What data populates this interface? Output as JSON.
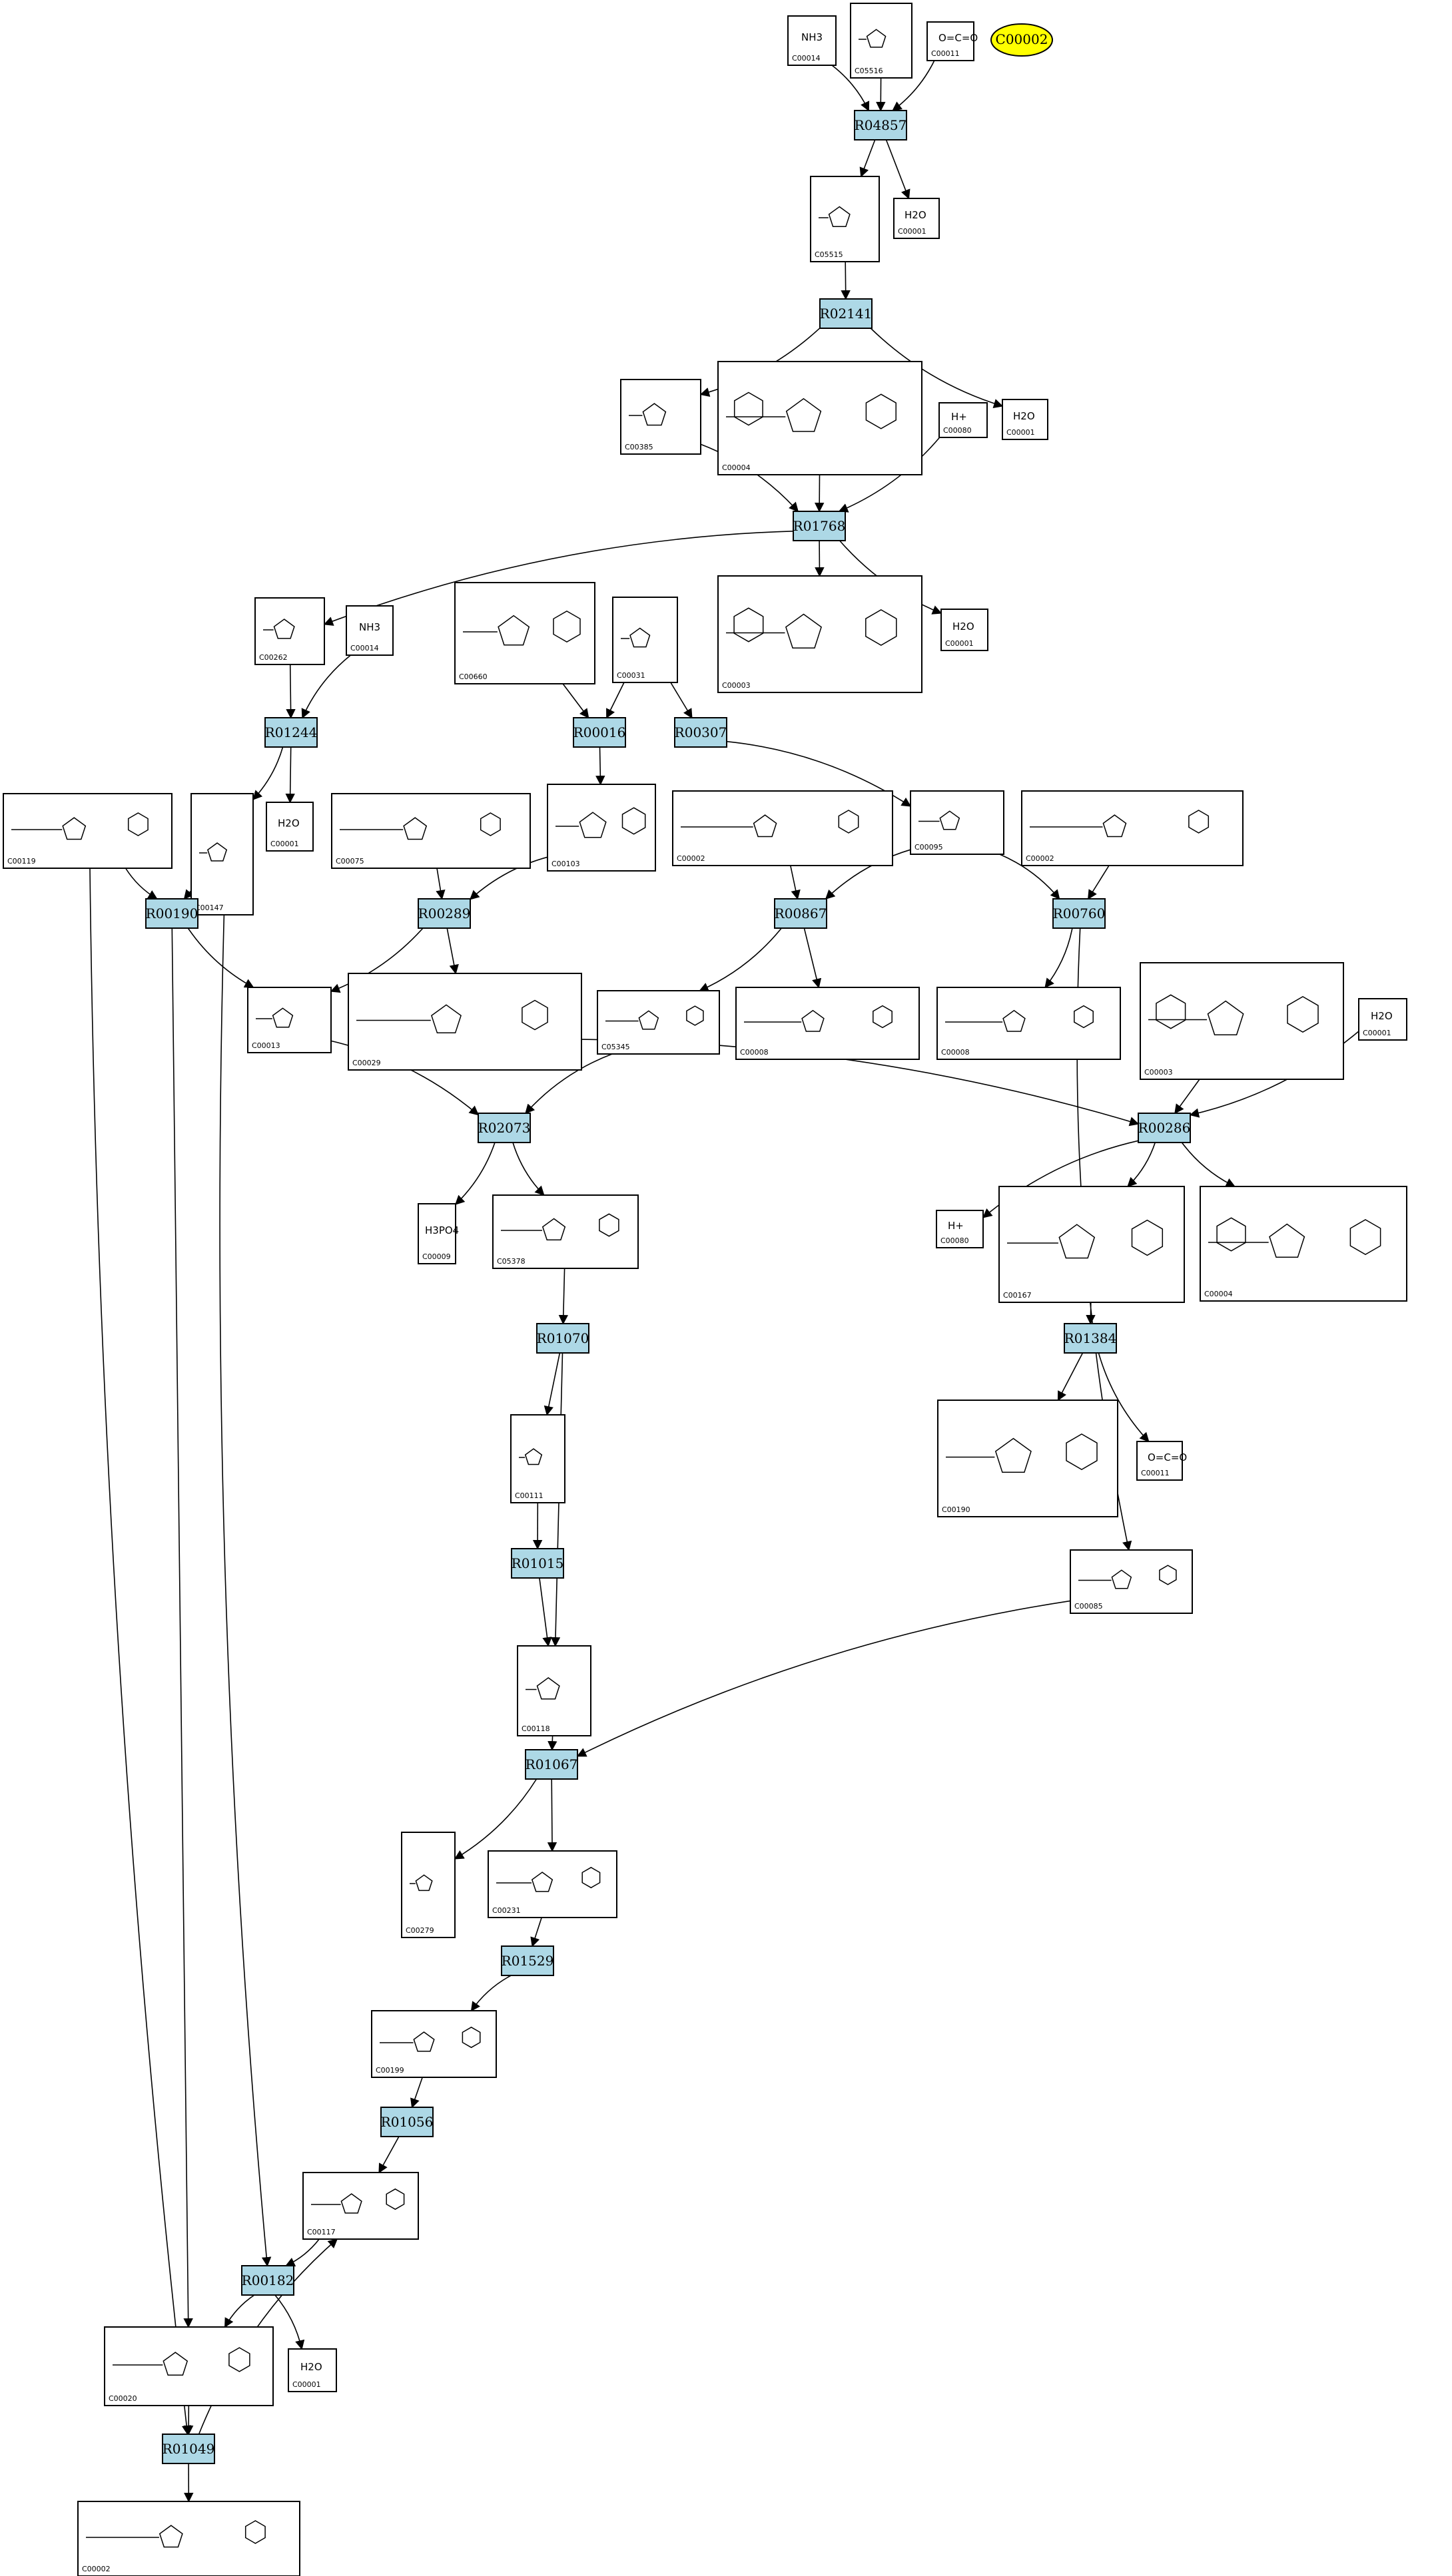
{
  "highlight": {
    "id": "C00002",
    "color": "#ffff00"
  },
  "colors": {
    "reaction_fill": "#add8e6",
    "background": "#ffffff"
  },
  "reactions": [
    {
      "id": "R04857",
      "label": "R04857"
    },
    {
      "id": "R02141",
      "label": "R02141"
    },
    {
      "id": "R01768",
      "label": "R01768"
    },
    {
      "id": "R01244",
      "label": "R01244"
    },
    {
      "id": "R00016",
      "label": "R00016"
    },
    {
      "id": "R00307",
      "label": "R00307"
    },
    {
      "id": "R00190",
      "label": "R00190"
    },
    {
      "id": "R00289",
      "label": "R00289"
    },
    {
      "id": "R00867",
      "label": "R00867"
    },
    {
      "id": "R00760",
      "label": "R00760"
    },
    {
      "id": "R02073",
      "label": "R02073"
    },
    {
      "id": "R00286",
      "label": "R00286"
    },
    {
      "id": "R01070",
      "label": "R01070"
    },
    {
      "id": "R01384",
      "label": "R01384"
    },
    {
      "id": "R01015",
      "label": "R01015"
    },
    {
      "id": "R01067",
      "label": "R01067"
    },
    {
      "id": "R01529",
      "label": "R01529"
    },
    {
      "id": "R01056",
      "label": "R01056"
    },
    {
      "id": "R00182",
      "label": "R00182"
    },
    {
      "id": "R01049",
      "label": "R01049"
    }
  ],
  "compounds": [
    {
      "key": "n01",
      "label": "C00014",
      "formula": "NH3"
    },
    {
      "key": "n02",
      "label": "C05516",
      "formula": ""
    },
    {
      "key": "n03",
      "label": "C00011",
      "formula": "O=C=O"
    },
    {
      "key": "n04",
      "label": "C05515",
      "formula": ""
    },
    {
      "key": "n05",
      "label": "C00001",
      "formula": "H2O"
    },
    {
      "key": "n06",
      "label": "C00385",
      "formula": ""
    },
    {
      "key": "n07",
      "label": "C00004",
      "formula": ""
    },
    {
      "key": "n08",
      "label": "C00080",
      "formula": "H+"
    },
    {
      "key": "n09",
      "label": "C00001",
      "formula": "H2O"
    },
    {
      "key": "n10",
      "label": "C00262",
      "formula": ""
    },
    {
      "key": "n11",
      "label": "C00014",
      "formula": "NH3"
    },
    {
      "key": "n12",
      "label": "C00660",
      "formula": ""
    },
    {
      "key": "n13",
      "label": "C00031",
      "formula": ""
    },
    {
      "key": "n14",
      "label": "C00003",
      "formula": ""
    },
    {
      "key": "n15",
      "label": "C00001",
      "formula": "H2O"
    },
    {
      "key": "n16",
      "label": "C00119",
      "formula": ""
    },
    {
      "key": "n17",
      "label": "C00147",
      "formula": ""
    },
    {
      "key": "n18",
      "label": "C00001",
      "formula": "H2O"
    },
    {
      "key": "n19",
      "label": "C00075",
      "formula": ""
    },
    {
      "key": "n20",
      "label": "C00103",
      "formula": ""
    },
    {
      "key": "n21",
      "label": "C00002",
      "formula": ""
    },
    {
      "key": "n22",
      "label": "C00095",
      "formula": ""
    },
    {
      "key": "n23",
      "label": "C00002",
      "formula": ""
    },
    {
      "key": "n24",
      "label": "C00013",
      "formula": ""
    },
    {
      "key": "n25",
      "label": "C00029",
      "formula": ""
    },
    {
      "key": "n26",
      "label": "C05345",
      "formula": ""
    },
    {
      "key": "n27",
      "label": "C00008",
      "formula": ""
    },
    {
      "key": "n28",
      "label": "C00008",
      "formula": ""
    },
    {
      "key": "n29",
      "label": "C00003",
      "formula": ""
    },
    {
      "key": "n30",
      "label": "C00001",
      "formula": "H2O"
    },
    {
      "key": "n31",
      "label": "C00009",
      "formula": "H3PO4"
    },
    {
      "key": "n32",
      "label": "C05378",
      "formula": ""
    },
    {
      "key": "n33",
      "label": "C00080",
      "formula": "H+"
    },
    {
      "key": "n34",
      "label": "C00167",
      "formula": ""
    },
    {
      "key": "n35",
      "label": "C00004",
      "formula": ""
    },
    {
      "key": "n36",
      "label": "C00111",
      "formula": ""
    },
    {
      "key": "n37",
      "label": "C00190",
      "formula": ""
    },
    {
      "key": "n38",
      "label": "C00011",
      "formula": "O=C=O"
    },
    {
      "key": "n39",
      "label": "C00085",
      "formula": ""
    },
    {
      "key": "n40",
      "label": "C00118",
      "formula": ""
    },
    {
      "key": "n41",
      "label": "C00279",
      "formula": ""
    },
    {
      "key": "n42",
      "label": "C00231",
      "formula": ""
    },
    {
      "key": "n43",
      "label": "C00199",
      "formula": ""
    },
    {
      "key": "n44",
      "label": "C00117",
      "formula": ""
    },
    {
      "key": "n45",
      "label": "C00001",
      "formula": "H2O"
    },
    {
      "key": "n46",
      "label": "C00020",
      "formula": ""
    },
    {
      "key": "n47",
      "label": "C00002",
      "formula": ""
    }
  ]
}
